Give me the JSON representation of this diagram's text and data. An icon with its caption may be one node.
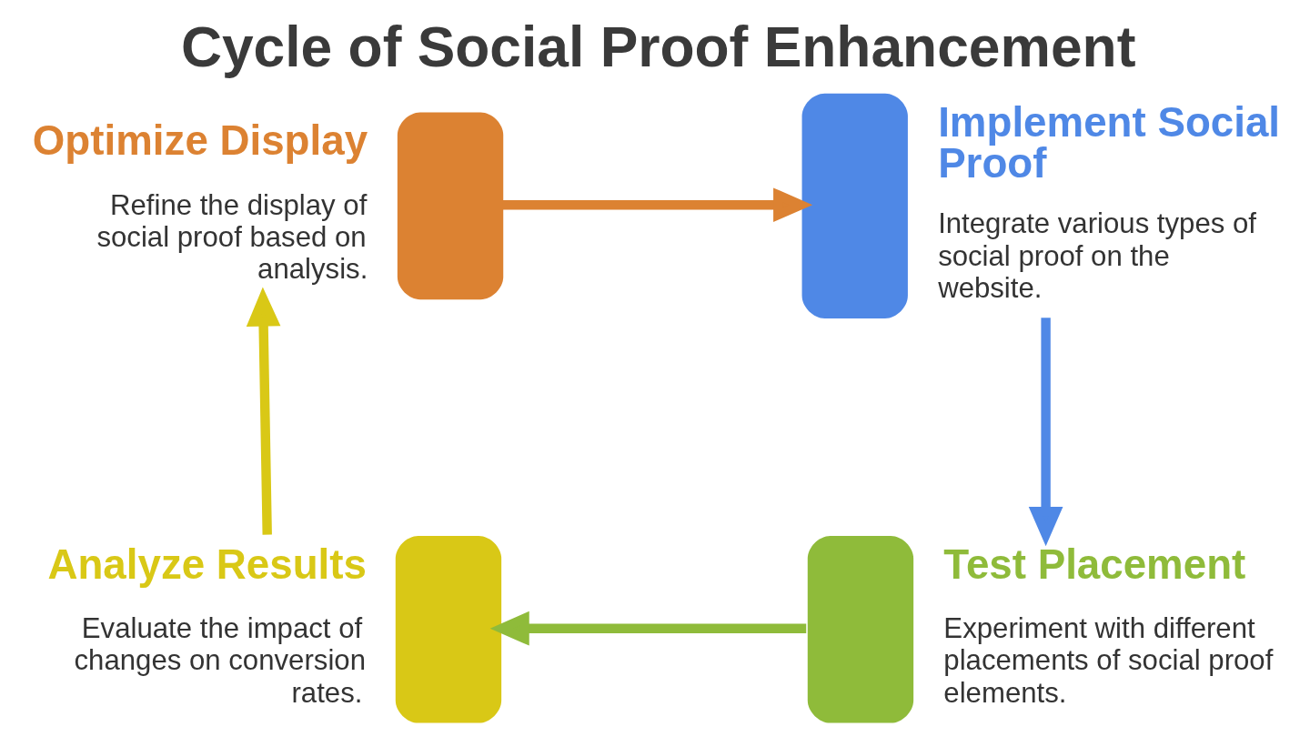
{
  "diagram": {
    "title": "Cycle of Social Proof Enhancement",
    "nodes": [
      {
        "text": [
          "Optimize Display",
          "Refine the display of social proof based on analysis."
        ]
      },
      {
        "text": [
          "Implement Social Proof",
          "Integrate various types of social proof on the website."
        ]
      },
      {
        "text": [
          "Analyze Results",
          "Evaluate the impact of changes on conversion rates."
        ]
      },
      {
        "text": [
          "Test Placement",
          "Experiment with different placements of social proof elements."
        ]
      }
    ],
    "edges": [
      {
        "from": 0,
        "to": 1,
        "arrow": "to",
        "color": "#dc8232"
      },
      {
        "from": 1,
        "to": 3,
        "arrow": "to",
        "color": "#4f88e6"
      },
      {
        "from": 3,
        "to": 2,
        "arrow": "to",
        "color": "#8fbb3a"
      },
      {
        "from": 2,
        "to": 0,
        "arrow": "to",
        "color": "#d9c816"
      }
    ]
  }
}
